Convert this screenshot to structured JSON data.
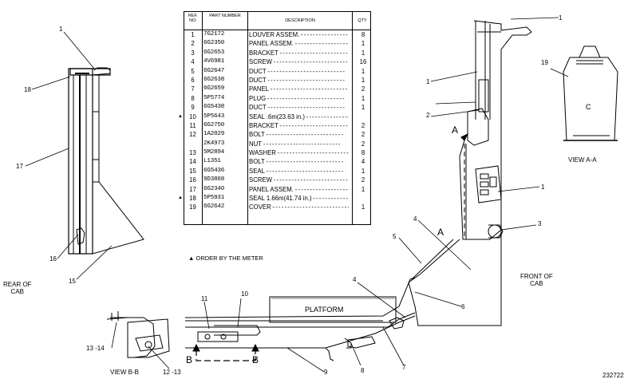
{
  "table": {
    "header": {
      "ref_no": "REF. NO.",
      "part_number": "PART NUMBER",
      "description": "DESCRIPTION",
      "qty": "QTY"
    },
    "rows": [
      {
        "no": "1",
        "pn": "7G2172",
        "desc": "LOUVER ASSEM.",
        "qty": "8",
        "marked": false
      },
      {
        "no": "2",
        "pn": "6G2350",
        "desc": "PANEL ASSEM.",
        "qty": "1",
        "marked": false
      },
      {
        "no": "3",
        "pn": "6G2653",
        "desc": "BRACKET",
        "qty": "1",
        "marked": false
      },
      {
        "no": "4",
        "pn": "4V6981",
        "desc": "SCREW",
        "qty": "16",
        "marked": false
      },
      {
        "no": "5",
        "pn": "6G2647",
        "desc": "DUCT",
        "qty": "1",
        "marked": false
      },
      {
        "no": "6",
        "pn": "6G2638",
        "desc": "DUCT",
        "qty": "1",
        "marked": false
      },
      {
        "no": "7",
        "pn": "6G2659",
        "desc": "PANEL",
        "qty": "2",
        "marked": false
      },
      {
        "no": "8",
        "pn": "5P5774",
        "desc": "PLUG",
        "qty": "1",
        "marked": false
      },
      {
        "no": "9",
        "pn": "6G5438",
        "desc": "DUCT",
        "qty": "1",
        "marked": false
      },
      {
        "no": "10",
        "pn": "5P5643",
        "desc": "SEAL .6m(23.63 in.)",
        "qty": "",
        "marked": true
      },
      {
        "no": "11",
        "pn": "6G2750",
        "desc": "BRACKET",
        "qty": "2",
        "marked": false
      },
      {
        "no": "12",
        "pn": "1A2029",
        "desc": "BOLT",
        "qty": "2",
        "marked": false
      },
      {
        "no": "",
        "pn": "2K4973",
        "desc": "NUT",
        "qty": "2",
        "marked": false
      },
      {
        "no": "13",
        "pn": "5M2894",
        "desc": "WASHER",
        "qty": "8",
        "marked": false
      },
      {
        "no": "14",
        "pn": "L1351",
        "desc": "BOLT",
        "qty": "4",
        "marked": false
      },
      {
        "no": "15",
        "pn": "6G5436",
        "desc": "SEAL",
        "qty": "1",
        "marked": false
      },
      {
        "no": "16",
        "pn": "9D3868",
        "desc": "SCREW",
        "qty": "2",
        "marked": false
      },
      {
        "no": "17",
        "pn": "6G2340",
        "desc": "PANEL ASSEM.",
        "qty": "1",
        "marked": false
      },
      {
        "no": "18",
        "pn": "5P5931",
        "desc": "SEAL 1.66m(41.74 in.)",
        "qty": "",
        "marked": true
      },
      {
        "no": "19",
        "pn": "6G2642",
        "desc": "COVER",
        "qty": "1",
        "marked": false
      }
    ]
  },
  "note": "ORDER BY THE METER",
  "labels": {
    "rear_cab": "REAR OF\nCAB",
    "front_cab": "FRONT OF\nCAB",
    "platform": "PLATFORM",
    "view_aa": "VIEW A-A",
    "view_bb": "VIEW B-B",
    "section_a": "A",
    "section_b": "B",
    "view_c": "C",
    "drawing_no": "232722"
  },
  "callouts": {
    "c1a": "1",
    "c18": "18",
    "c17": "17",
    "c16": "16",
    "c15": "15",
    "c1b": "1",
    "c1c": "1",
    "c2": "2",
    "c19": "19",
    "c1d": "1",
    "c3": "3",
    "c4a": "4",
    "c5": "5",
    "c4b": "4",
    "c6": "6",
    "c7": "7",
    "c8": "8",
    "c9": "9",
    "c10": "10",
    "c11": "11",
    "c1314": "13 -14",
    "c1213": "12 -13"
  }
}
